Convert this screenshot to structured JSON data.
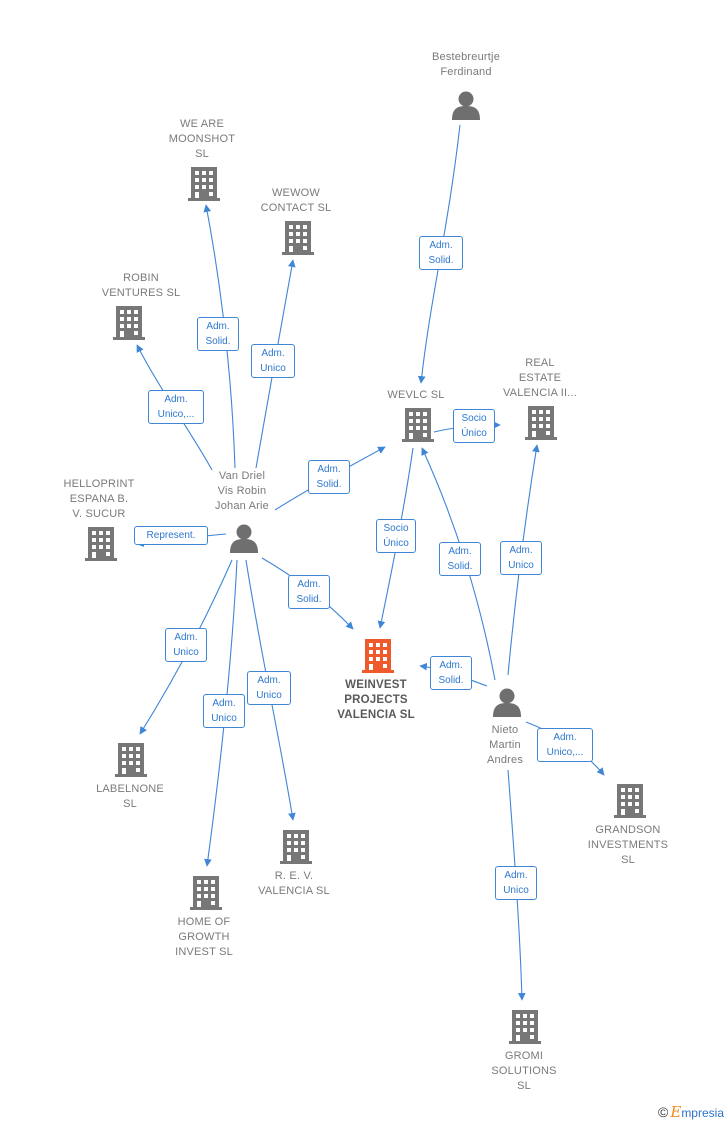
{
  "colors": {
    "edge": "#3f86d6",
    "building": "#777777",
    "building_main": "#ee5a2b",
    "person": "#6f6f6f"
  },
  "nodes": [
    {
      "id": "bestebreurtje",
      "type": "person",
      "label": "Bestebreurtje\nFerdinand"
    },
    {
      "id": "wearemoonshot",
      "type": "company",
      "label": "WE ARE\nMOONSHOT\nSL"
    },
    {
      "id": "wewow",
      "type": "company",
      "label": "WEWOW\nCONTACT SL"
    },
    {
      "id": "robin",
      "type": "company",
      "label": "ROBIN\nVENTURES SL"
    },
    {
      "id": "wevlc",
      "type": "company",
      "label": "WEVLC SL"
    },
    {
      "id": "realestate",
      "type": "company",
      "label": "REAL\nESTATE\nVALENCIA II..."
    },
    {
      "id": "vandriel",
      "type": "person",
      "label": "Van Driel\nVis Robin\nJohan Arie"
    },
    {
      "id": "helloprint",
      "type": "company",
      "label": "HELLOPRINT\nESPANA B.\nV. SUCUR"
    },
    {
      "id": "weinvest",
      "type": "company",
      "main": true,
      "label": "WEINVEST\nPROJECTS\nVALENCIA SL"
    },
    {
      "id": "nieto",
      "type": "person",
      "label": "Nieto\nMartin\nAndres"
    },
    {
      "id": "labelnone",
      "type": "company",
      "label": "LABELNONE\nSL"
    },
    {
      "id": "grandson",
      "type": "company",
      "label": "GRANDSON\nINVESTMENTS\nSL"
    },
    {
      "id": "rev",
      "type": "company",
      "label": "R. E. V.\nVALENCIA SL"
    },
    {
      "id": "homeofgrowth",
      "type": "company",
      "label": "HOME OF\nGROWTH\nINVEST SL"
    },
    {
      "id": "gromi",
      "type": "company",
      "label": "GROMI\nSOLUTIONS\nSL"
    }
  ],
  "edges": [
    {
      "from": "bestebreurtje",
      "to": "wevlc",
      "label": "Adm.\nSolid."
    },
    {
      "from": "vandriel",
      "to": "wearemoonshot",
      "label": "Adm.\nSolid."
    },
    {
      "from": "vandriel",
      "to": "wewow",
      "label": "Adm.\nUnico"
    },
    {
      "from": "vandriel",
      "to": "robin",
      "label": "Adm.\nUnico,..."
    },
    {
      "from": "vandriel",
      "to": "wevlc",
      "label": "Adm.\nSolid."
    },
    {
      "from": "wevlc",
      "to": "realestate",
      "label": "Socio\nÚnico"
    },
    {
      "from": "vandriel",
      "to": "helloprint",
      "label": "Represent."
    },
    {
      "from": "wevlc",
      "to": "weinvest",
      "label": "Socio\nÚnico"
    },
    {
      "from": "vandriel",
      "to": "weinvest",
      "label": "Adm.\nSolid."
    },
    {
      "from": "nieto",
      "to": "wevlc",
      "label": "Adm.\nSolid."
    },
    {
      "from": "nieto",
      "to": "realestate",
      "label": "Adm.\nUnico"
    },
    {
      "from": "nieto",
      "to": "weinvest",
      "label": "Adm.\nSolid."
    },
    {
      "from": "vandriel",
      "to": "labelnone",
      "label": "Adm.\nUnico"
    },
    {
      "from": "vandriel",
      "to": "homeofgrowth",
      "label": "Adm.\nUnico"
    },
    {
      "from": "vandriel",
      "to": "rev",
      "label": "Adm.\nUnico"
    },
    {
      "from": "nieto",
      "to": "grandson",
      "label": "Adm.\nUnico,..."
    },
    {
      "from": "nieto",
      "to": "gromi",
      "label": "Adm.\nUnico"
    }
  ],
  "footer": {
    "copyright": "©",
    "brand_first": "E",
    "brand_rest": "mpresia"
  }
}
